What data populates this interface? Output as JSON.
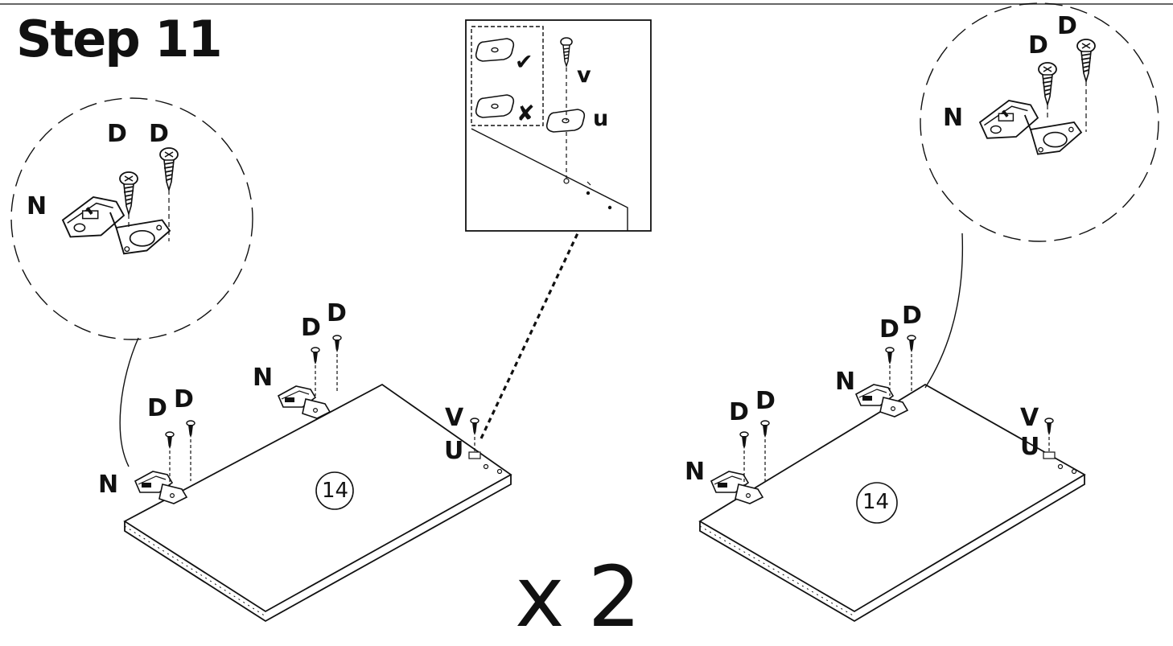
{
  "header": {
    "step_title": "Step 11"
  },
  "multiplier": "x 2",
  "parts": {
    "hinge": "N",
    "hinge_screw": "D",
    "plate_screw": "V",
    "mount_plate": "U",
    "detail_plate_screw": "v",
    "detail_mount_plate": "u",
    "panel_number": "14"
  },
  "detail_view": {
    "correct_mark": "✔",
    "wrong_mark": "✘"
  }
}
